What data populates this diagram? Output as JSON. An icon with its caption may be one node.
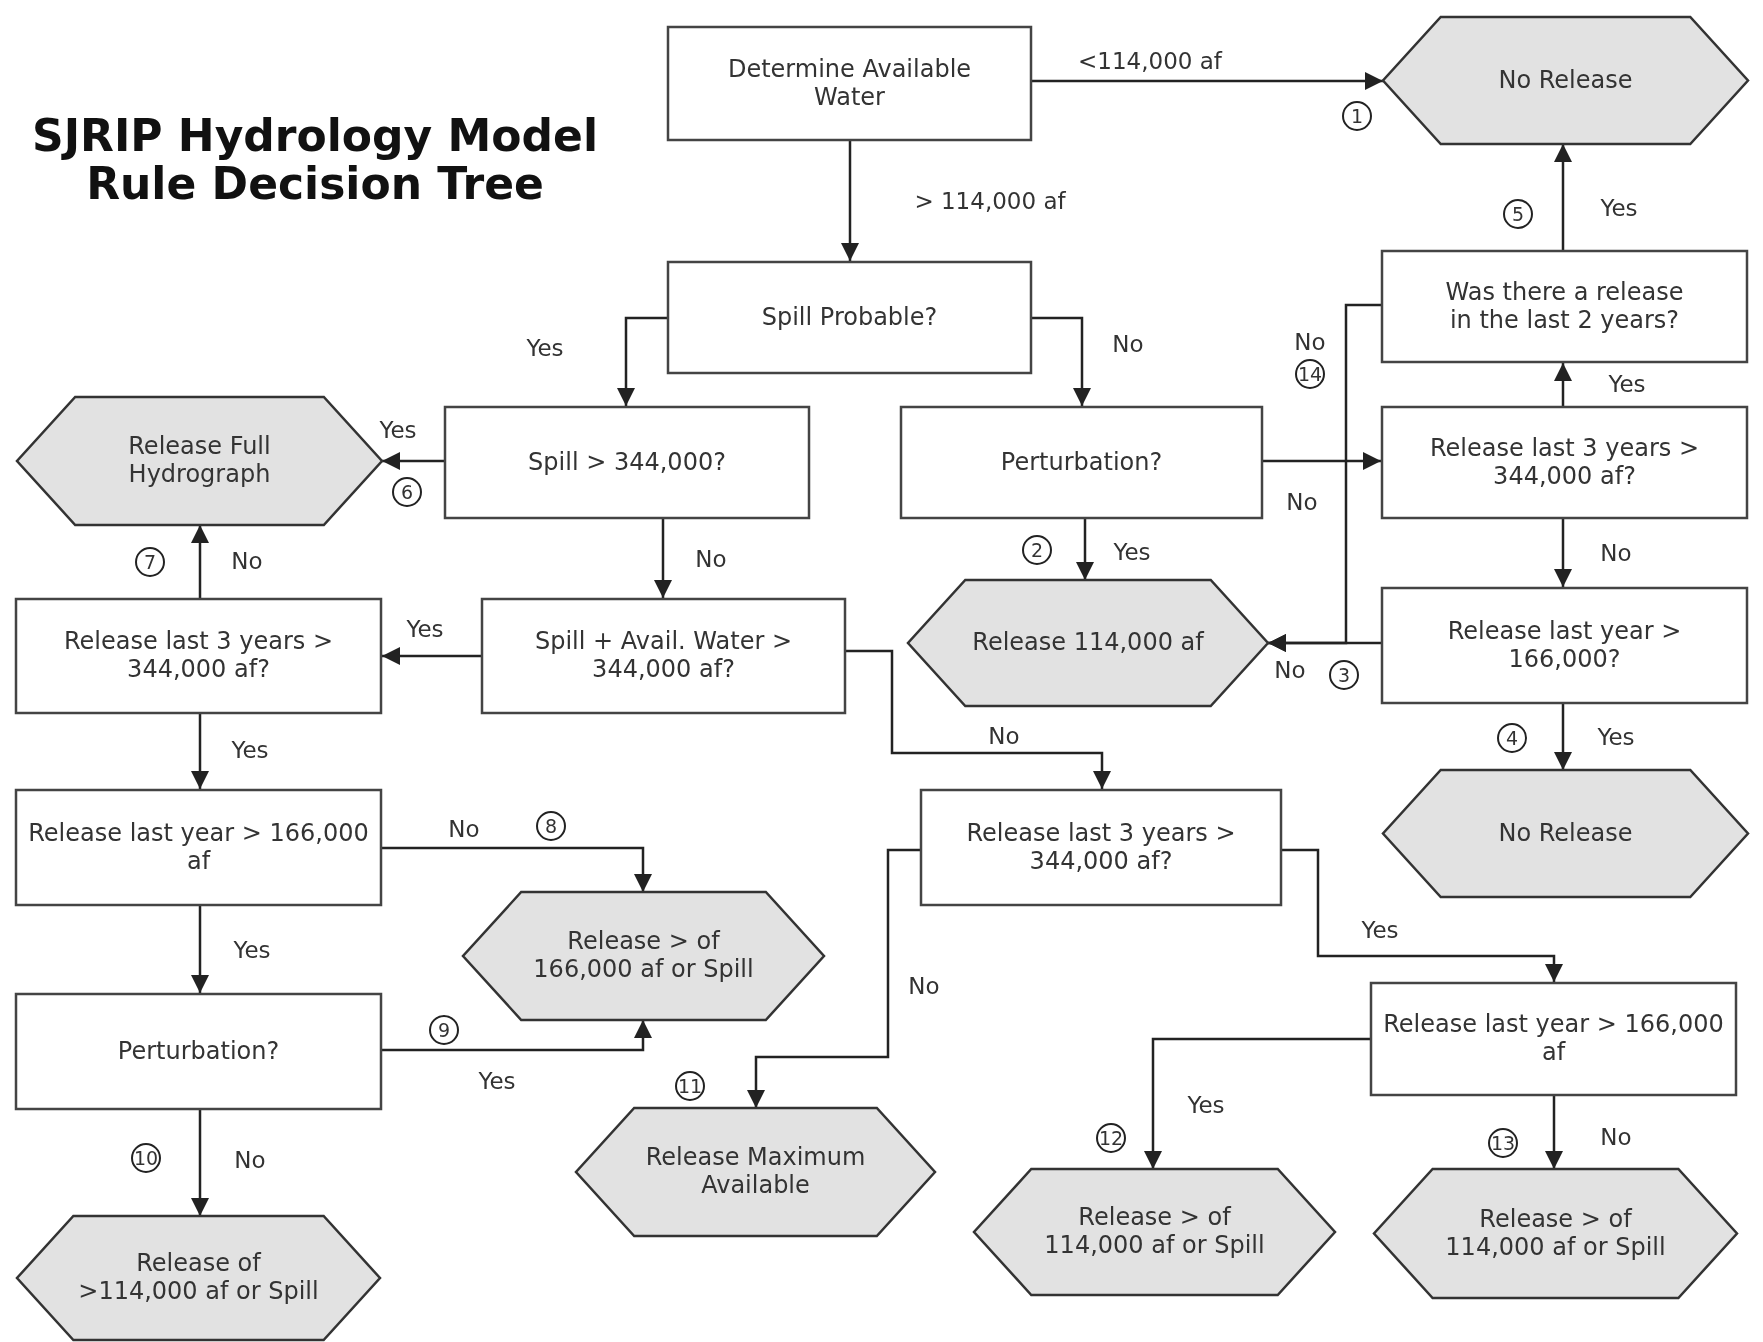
{
  "diagram": {
    "title": "SJRIP Hydrology Model Rule Decision Tree",
    "nodes": [
      {
        "text": [
          "Determine Available Water"
        ]
      },
      {
        "text": [
          "No Release"
        ]
      },
      {
        "text": [
          "Spill Probable?"
        ]
      },
      {
        "text": [
          "Was there a release in the last 2 years?"
        ]
      },
      {
        "text": [
          "Release Full Hydrograph"
        ]
      },
      {
        "text": [
          "Spill > 344,000?"
        ]
      },
      {
        "text": [
          "Perturbation?"
        ]
      },
      {
        "text": [
          "Release last 3 years > 344,000 af?"
        ]
      },
      {
        "text": [
          "Release last 3 years > 344,000 af?"
        ]
      },
      {
        "text": [
          "Spill + Avail. Water > 344,000 af?"
        ]
      },
      {
        "text": [
          "Release 114,000 af"
        ]
      },
      {
        "text": [
          "Release last year > 166,000?"
        ]
      },
      {
        "text": [
          "Release last year > 166,000 af"
        ]
      },
      {
        "text": [
          "Release last 3 years > 344,000 af?"
        ]
      },
      {
        "text": [
          "No Release"
        ]
      },
      {
        "text": [
          "Release > of 166,000 af or Spill"
        ]
      },
      {
        "text": [
          "Perturbation?"
        ]
      },
      {
        "text": [
          "Release last year > 166,000 af"
        ]
      },
      {
        "text": [
          "Release Maximum Available"
        ]
      },
      {
        "text": [
          "Release of >114,000 af or Spill"
        ]
      },
      {
        "text": [
          "Release > of 114,000 af or Spill"
        ]
      },
      {
        "text": [
          "Release > of 114,000 af or Spill"
        ]
      }
    ],
    "edges": [
      {
        "from": 0,
        "to": 1,
        "arrow": "to",
        "label": "<114,000 af"
      },
      {
        "from": 0,
        "to": 2,
        "arrow": "to",
        "label": "> 114,000 af"
      },
      {
        "from": 2,
        "to": 5,
        "arrow": "to",
        "label": "Yes"
      },
      {
        "from": 2,
        "to": 6,
        "arrow": "to",
        "label": "No"
      },
      {
        "from": 5,
        "to": 4,
        "arrow": "to",
        "label": "Yes"
      },
      {
        "from": 5,
        "to": 9,
        "arrow": "to",
        "label": "No"
      },
      {
        "from": 6,
        "to": 10,
        "arrow": "to",
        "label": "Yes"
      },
      {
        "from": 6,
        "to": 7,
        "arrow": "to",
        "label": "No"
      },
      {
        "from": 7,
        "to": 3,
        "arrow": "to",
        "label": "Yes"
      },
      {
        "from": 3,
        "to": 1,
        "arrow": "to",
        "label": "Yes"
      },
      {
        "from": 3,
        "to": 10,
        "arrow": "to",
        "label": "No"
      },
      {
        "from": 7,
        "to": 11,
        "arrow": "to",
        "label": "No"
      },
      {
        "from": 11,
        "to": 10,
        "arrow": "to",
        "label": "No"
      },
      {
        "from": 11,
        "to": 14,
        "arrow": "to",
        "label": "Yes"
      },
      {
        "from": 9,
        "to": 8,
        "arrow": "to",
        "label": "Yes"
      },
      {
        "from": 9,
        "to": 13,
        "arrow": "to",
        "label": "No"
      },
      {
        "from": 8,
        "to": 4,
        "arrow": "to",
        "label": "No"
      },
      {
        "from": 8,
        "to": 12,
        "arrow": "to",
        "label": "Yes"
      },
      {
        "from": 12,
        "to": 15,
        "arrow": "to",
        "label": "No"
      },
      {
        "from": 12,
        "to": 16,
        "arrow": "to",
        "label": "Yes"
      },
      {
        "from": 16,
        "to": 15,
        "arrow": "to",
        "label": "Yes"
      },
      {
        "from": 16,
        "to": 19,
        "arrow": "to",
        "label": "No"
      },
      {
        "from": 13,
        "to": 18,
        "arrow": "to",
        "label": "No"
      },
      {
        "from": 13,
        "to": 17,
        "arrow": "to",
        "label": "Yes"
      },
      {
        "from": 17,
        "to": 20,
        "arrow": "to",
        "label": "Yes"
      },
      {
        "from": 17,
        "to": 21,
        "arrow": "to",
        "label": "No"
      }
    ],
    "labels": [
      "1",
      "5",
      "14",
      "6",
      "2",
      "7",
      "3",
      "4",
      "8",
      "9",
      "11",
      "10",
      "12",
      "13"
    ]
  }
}
